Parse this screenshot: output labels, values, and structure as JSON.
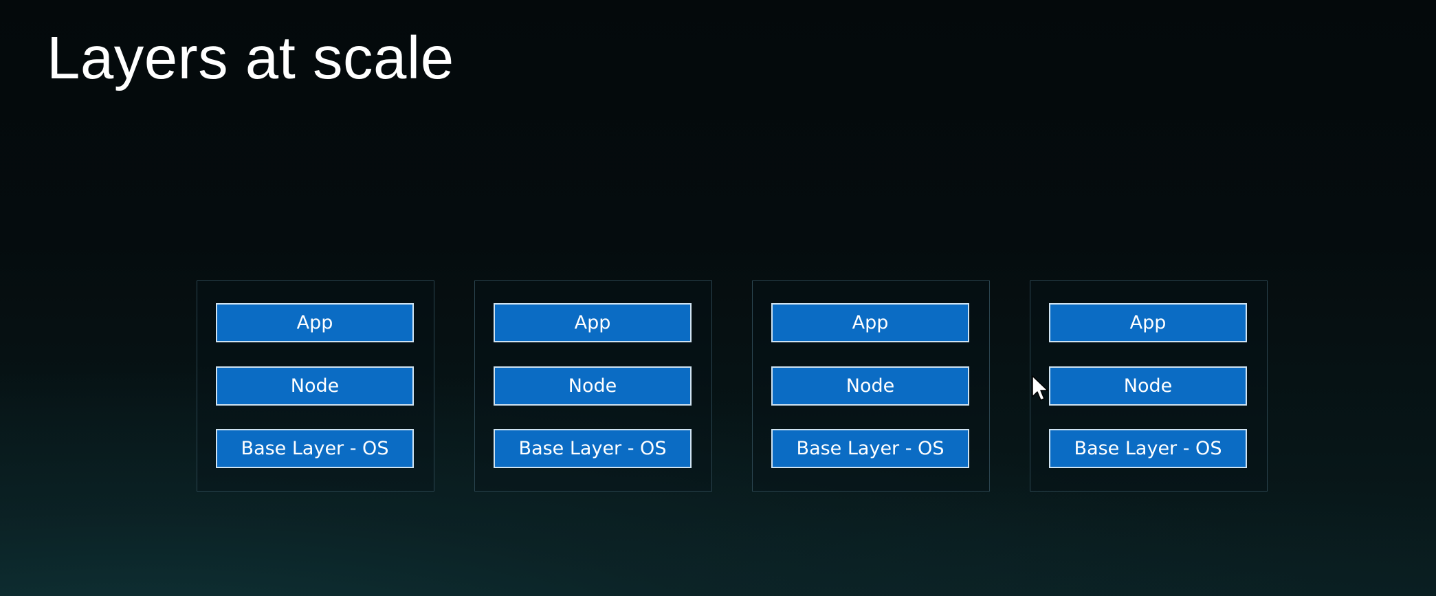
{
  "slide": {
    "title": "Layers at scale"
  },
  "colors": {
    "layer_fill": "#0b6cc4",
    "layer_border": "#cfe3f2",
    "stack_border": "#2b4550",
    "title_text": "#ffffff"
  },
  "stacks": [
    {
      "layers": [
        "App",
        "Node",
        "Base Layer - OS"
      ]
    },
    {
      "layers": [
        "App",
        "Node",
        "Base Layer - OS"
      ]
    },
    {
      "layers": [
        "App",
        "Node",
        "Base Layer - OS"
      ]
    },
    {
      "layers": [
        "App",
        "Node",
        "Base Layer - OS"
      ]
    }
  ],
  "pointer": {
    "icon": "mouse-pointer-icon"
  }
}
